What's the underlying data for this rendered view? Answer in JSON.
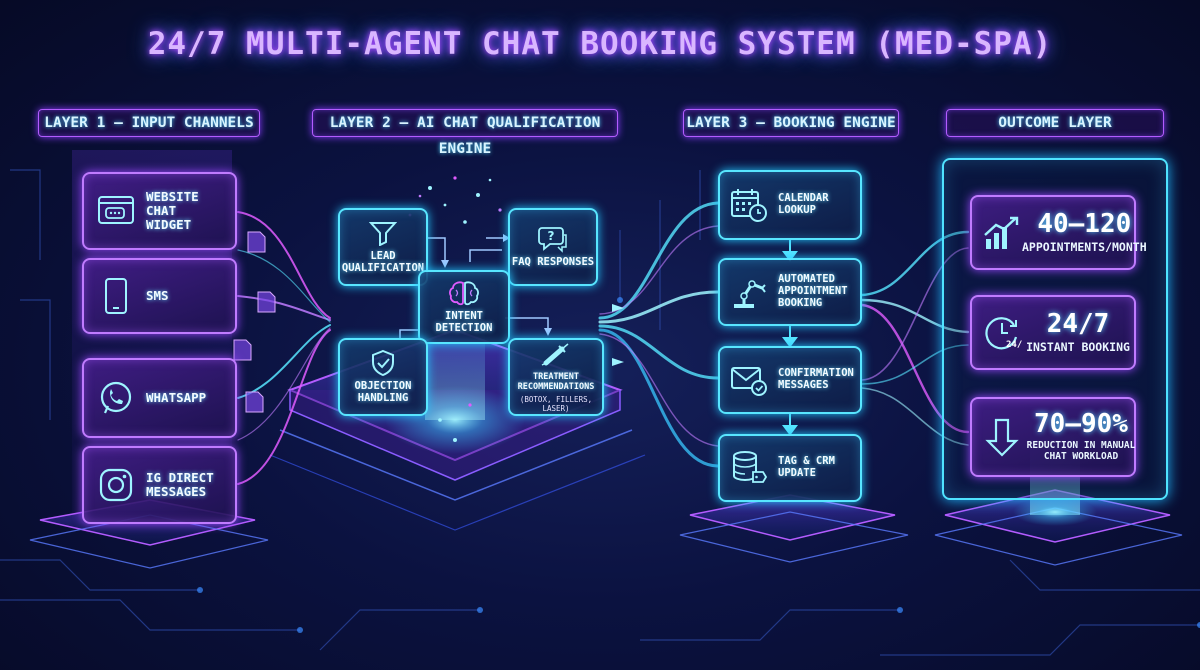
{
  "title": "24/7 MULTI-AGENT CHAT BOOKING SYSTEM (MED-SPA)",
  "layers": [
    {
      "label": "LAYER 1 — INPUT CHANNELS"
    },
    {
      "label": "LAYER 2 — AI CHAT QUALIFICATION ENGINE"
    },
    {
      "label": "LAYER 3 — BOOKING ENGINE"
    },
    {
      "label": "OUTCOME LAYER"
    }
  ],
  "channels": [
    {
      "label": "WEBSITE CHAT WIDGET",
      "icon": "chat-window-icon"
    },
    {
      "label": "SMS",
      "icon": "phone-icon"
    },
    {
      "label": "WHATSAPP",
      "icon": "whatsapp-icon"
    },
    {
      "label": "IG DIRECT MESSAGES",
      "icon": "instagram-icon"
    }
  ],
  "engine": {
    "lead": {
      "label": "LEAD QUALIFICATION",
      "icon": "funnel-icon"
    },
    "faq": {
      "label": "FAQ RESPONSES",
      "icon": "question-bubble-icon"
    },
    "intent": {
      "label": "INTENT DETECTION",
      "icon": "brain-icon"
    },
    "objection": {
      "label": "OBJECTION HANDLING",
      "icon": "shield-check-icon"
    },
    "treatment": {
      "label": "TREATMENT RECOMMENDATIONS",
      "sub": "(BOTOX, FILLERS, LASER)",
      "icon": "syringe-icon"
    }
  },
  "booking": [
    {
      "label": "CALENDAR LOOKUP",
      "icon": "calendar-clock-icon"
    },
    {
      "label": "AUTOMATED APPOINTMENT BOOKING",
      "icon": "robot-arm-icon"
    },
    {
      "label": "CONFIRMATION MESSAGES",
      "icon": "envelope-check-icon"
    },
    {
      "label": "TAG & CRM UPDATE",
      "icon": "database-tag-icon"
    }
  ],
  "outcomes": [
    {
      "value": "40–120",
      "label": "APPOINTMENTS/MONTH",
      "icon": "growth-chart-icon"
    },
    {
      "value": "24/7",
      "label": "INSTANT BOOKING",
      "icon": "clock-icon",
      "icon_text": "24/7"
    },
    {
      "value": "70–90%",
      "label": "REDUCTION IN MANUAL CHAT WORKLOAD",
      "icon": "down-arrow-icon"
    }
  ],
  "colors": {
    "purple": "#c07bff",
    "cyan": "#58e6ff",
    "magenta": "#e05cff",
    "background": "#0b1240"
  }
}
